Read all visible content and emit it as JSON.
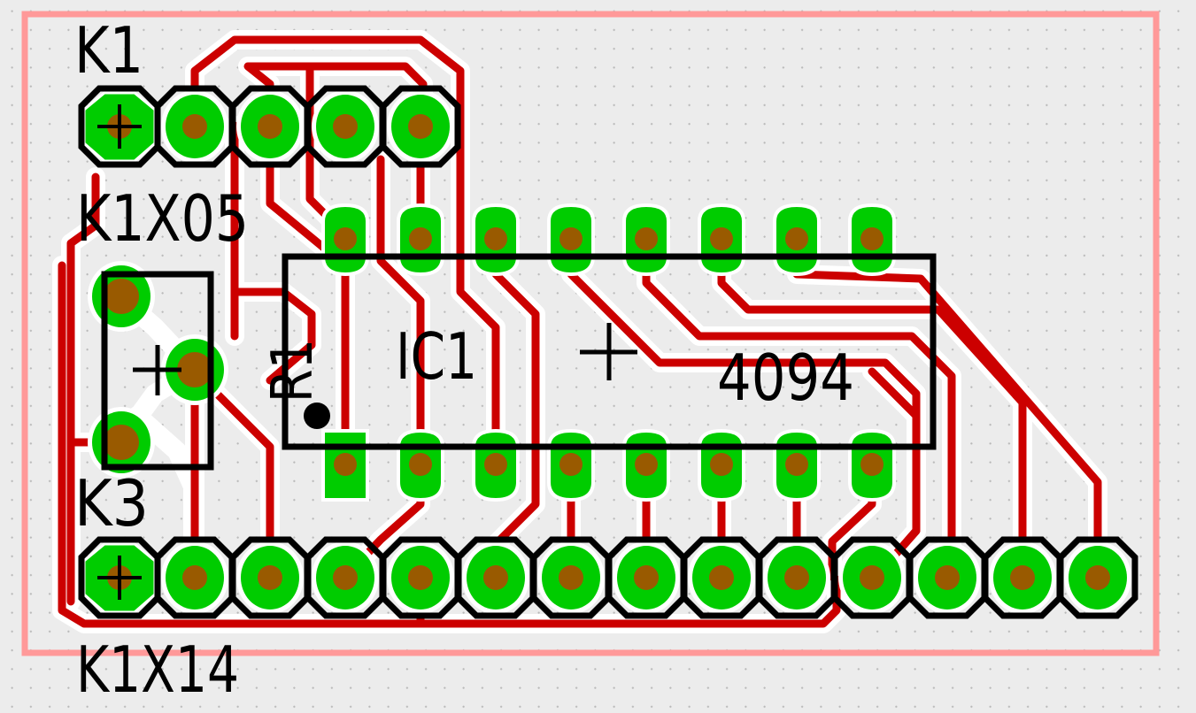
{
  "labels": {
    "k1_name": "K1",
    "k1_value": "K1X05",
    "k3_name": "K3",
    "k3_value": "K1X14",
    "ic_name": "IC1",
    "ic_value": "4094",
    "trimmer_name": "R1"
  },
  "colors": {
    "board_outline": "#ff9999",
    "trace": "#cc0000",
    "trace_clearance": "#ffffff",
    "pad": "#00cc00",
    "drill": "#995a00",
    "silkscreen": "#000000"
  },
  "connectors": [
    {
      "name": "K1",
      "pins": 5
    },
    {
      "name": "K3",
      "pins": 14
    }
  ],
  "ic": {
    "name": "IC1",
    "value": "4094",
    "pins": 16
  },
  "trimmer": {
    "name": "R1",
    "pins": 3
  }
}
